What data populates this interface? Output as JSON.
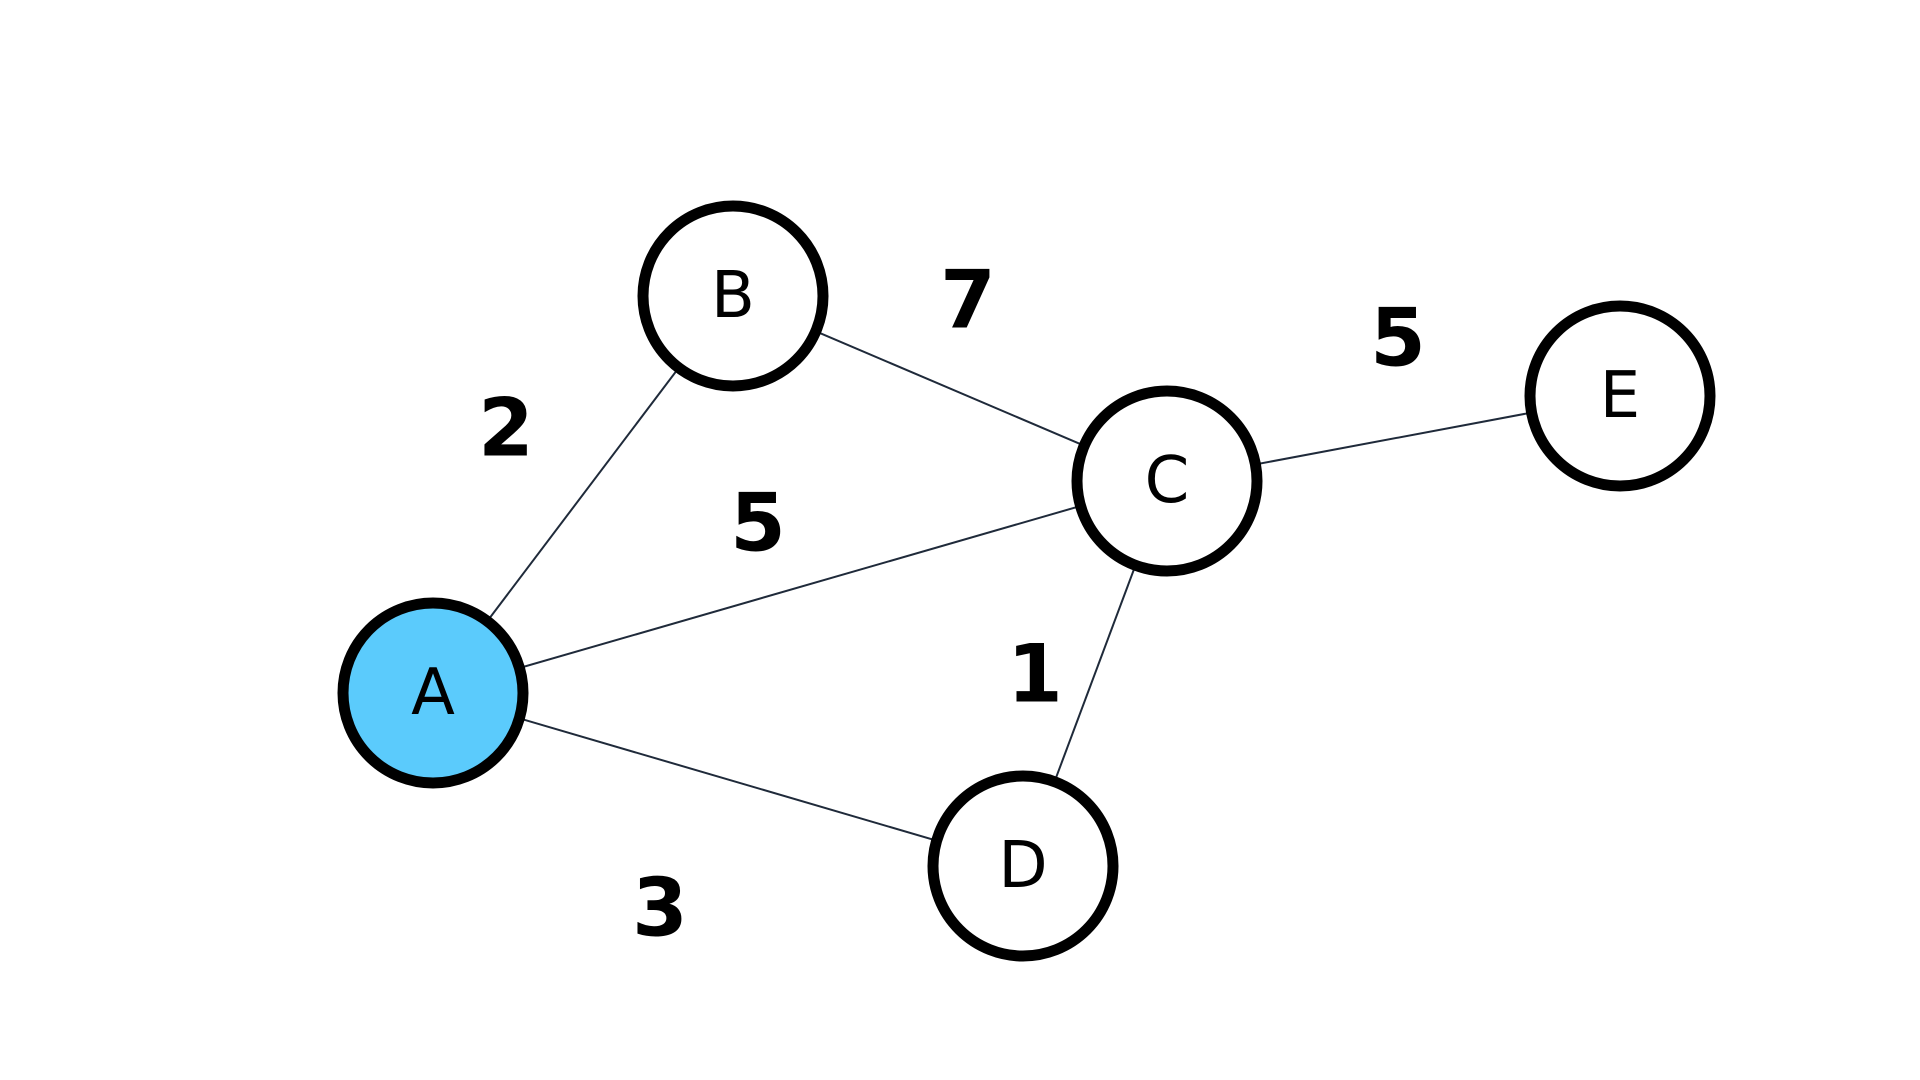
{
  "graph": {
    "nodes": [
      {
        "id": "A",
        "label": "A",
        "highlighted": true
      },
      {
        "id": "B",
        "label": "B",
        "highlighted": false
      },
      {
        "id": "C",
        "label": "C",
        "highlighted": false
      },
      {
        "id": "D",
        "label": "D",
        "highlighted": false
      },
      {
        "id": "E",
        "label": "E",
        "highlighted": false
      }
    ],
    "edges": [
      {
        "from": "A",
        "to": "B",
        "weight": "2"
      },
      {
        "from": "B",
        "to": "C",
        "weight": "7"
      },
      {
        "from": "A",
        "to": "C",
        "weight": "5"
      },
      {
        "from": "C",
        "to": "E",
        "weight": "5"
      },
      {
        "from": "C",
        "to": "D",
        "weight": "1"
      },
      {
        "from": "A",
        "to": "D",
        "weight": "3"
      }
    ]
  },
  "colors": {
    "highlight_fill": "#5bcbfc",
    "node_fill": "#ffffff",
    "node_stroke": "#000000",
    "edge_stroke": "#1f2a3a",
    "text": "#000000"
  }
}
